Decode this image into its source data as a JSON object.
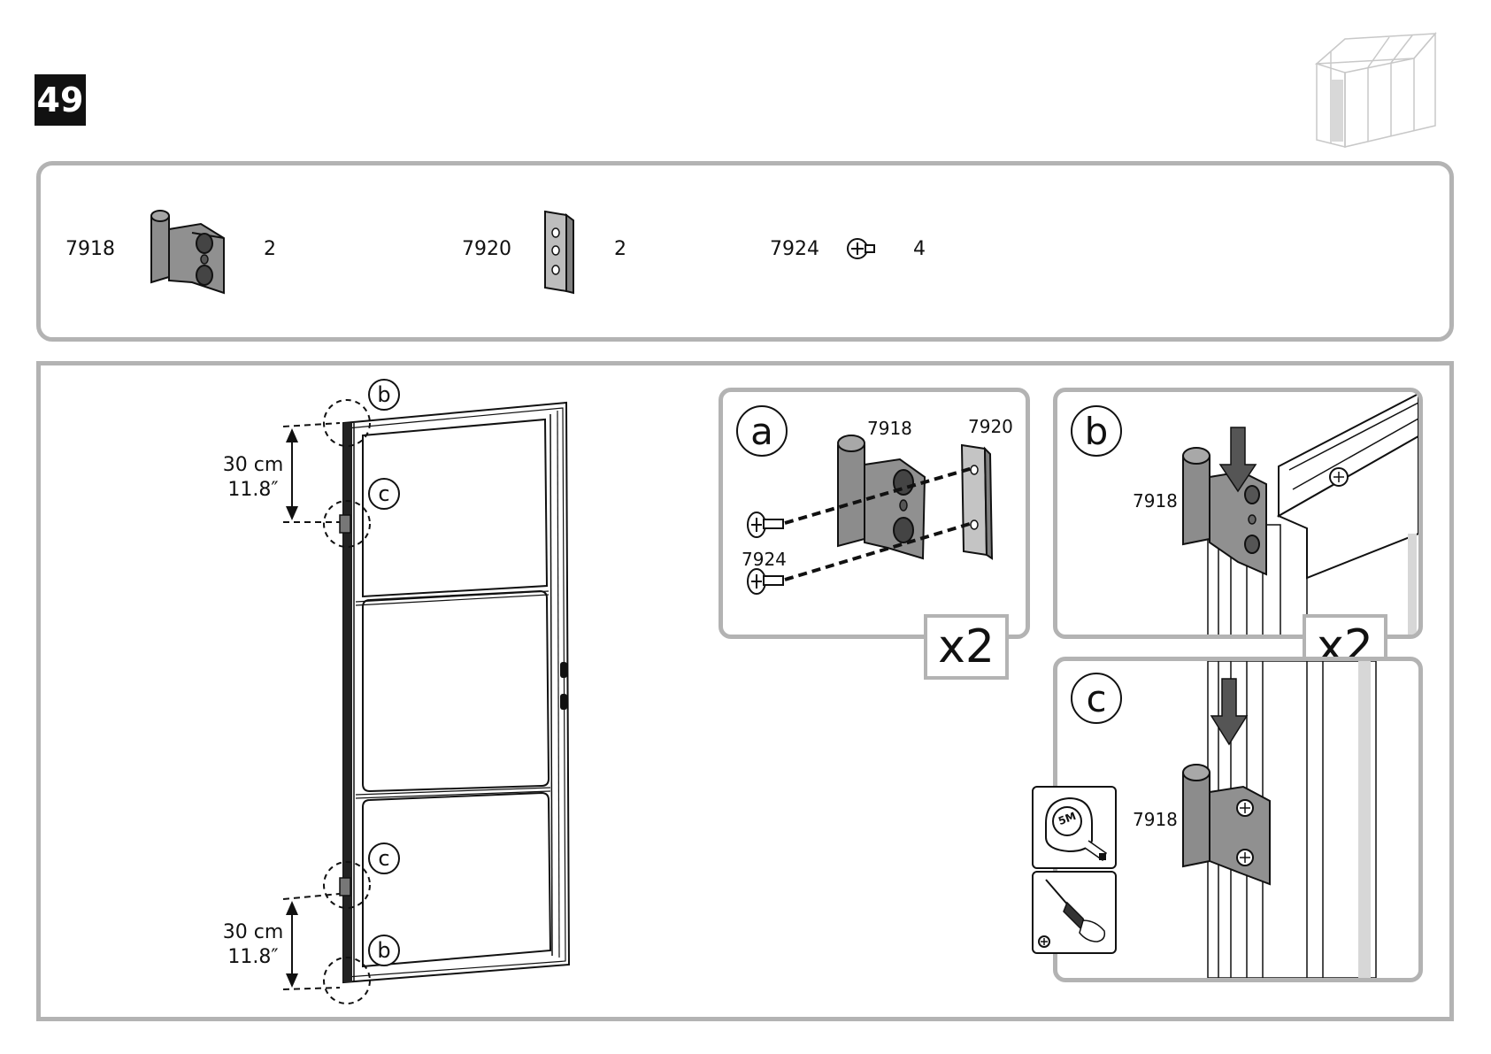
{
  "step": {
    "number": "49"
  },
  "parts": [
    {
      "code": "7918",
      "qty": "2"
    },
    {
      "code": "7920",
      "qty": "2"
    },
    {
      "code": "7924",
      "qty": "4"
    }
  ],
  "door": {
    "callouts": [
      "b",
      "c",
      "c",
      "b"
    ],
    "dim_top": {
      "metric": "30 cm",
      "imperial": "11.8″"
    },
    "dim_bottom": {
      "metric": "30 cm",
      "imperial": "11.8″"
    }
  },
  "detail_a": {
    "letter": "a",
    "label_hinge": "7918",
    "label_plate": "7920",
    "label_screw": "7924",
    "multiplier": "x2"
  },
  "detail_b": {
    "letter": "b",
    "label_hinge": "7918",
    "multiplier": "x2"
  },
  "detail_c": {
    "letter": "c",
    "label_hinge": "7918",
    "tape_label": "5M"
  },
  "icons": [
    "shed-thumbnail-icon",
    "tape-measure-icon",
    "screwdriver-icon",
    "phillips-head-icon"
  ]
}
